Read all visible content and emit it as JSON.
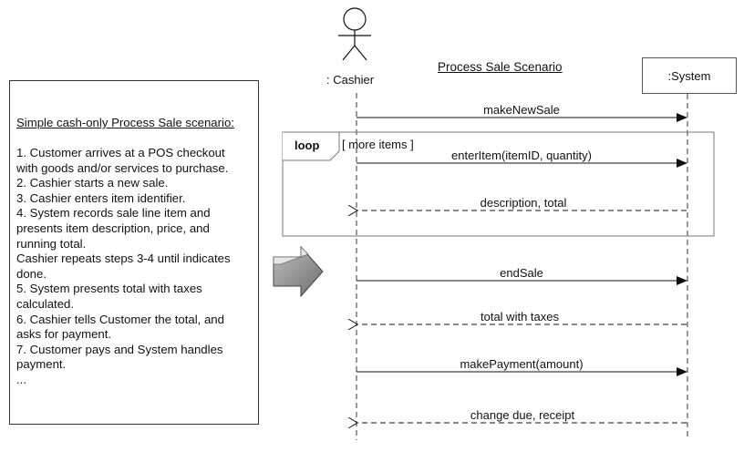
{
  "diagram": {
    "title": "Process Sale Scenario",
    "actor_label": ": Cashier",
    "system_label": ":System",
    "loop_label": "loop",
    "loop_guard": "[ more items ]",
    "messages": [
      {
        "label": "makeNewSale",
        "kind": "sync"
      },
      {
        "label": "enterItem(itemID, quantity)",
        "kind": "sync"
      },
      {
        "label": "description, total",
        "kind": "return"
      },
      {
        "label": "endSale",
        "kind": "sync"
      },
      {
        "label": "total with taxes",
        "kind": "return"
      },
      {
        "label": "makePayment(amount)",
        "kind": "sync"
      },
      {
        "label": "change due, receipt",
        "kind": "return"
      }
    ]
  },
  "scenario": {
    "heading": "Simple cash-only Process Sale scenario:",
    "lines": [
      "1. Customer arrives at a POS checkout",
      "with goods and/or services to purchase.",
      "2. Cashier starts a new sale.",
      "3. Cashier enters item identifier.",
      "4. System records sale line item and",
      "presents item description, price, and",
      "running total.",
      "Cashier repeats steps 3-4 until indicates",
      "done.",
      "5. System presents total with taxes",
      "calculated.",
      "6. Cashier tells Customer the total, and",
      "asks for payment.",
      "7. Customer pays and System handles",
      "payment.",
      "..."
    ]
  }
}
